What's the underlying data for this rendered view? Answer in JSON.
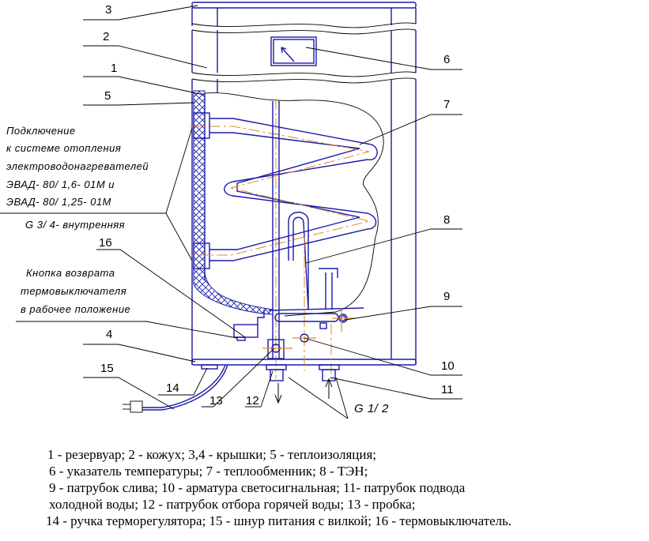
{
  "diagram": {
    "callouts": {
      "n1": "1",
      "n2": "2",
      "n3": "3",
      "n4": "4",
      "n5": "5",
      "n6": "6",
      "n7": "7",
      "n8": "8",
      "n9": "9",
      "n10": "10",
      "n11": "11",
      "n12": "12",
      "n13": "13",
      "n14": "14",
      "n15": "15",
      "n16": "16"
    },
    "notes": {
      "heating_connection": [
        "Подключение",
        "к системе   отопления",
        "электроводонагревателей",
        "ЭВАД- 80/ 1,6- 01М и",
        "ЭВАД- 80/ 1,25- 01М"
      ],
      "thread_internal": "G 3/ 4- внутренняя",
      "reset_button": [
        "Кнопка возврата",
        "термовыключателя",
        "в рабочее положение"
      ],
      "thread_pipe": "G 1/ 2"
    },
    "colors": {
      "outline": "#1a1aa8",
      "axis": "#e08a2a",
      "leader": "#000000"
    }
  },
  "legend": [
    "1 - резервуар; 2 - кожух; 3,4 - крышки; 5 - теплоизоляция;",
    "6 - указатель температуры; 7 - теплообменник; 8 - ТЭН;",
    "9 - патрубок слива; 10 - арматура светосигнальная; 11- патрубок подвода",
    "холодной воды; 12 - патрубок отбора горячей воды; 13 - пробка;",
    "14 - ручка терморегулятора; 15 - шнур питания с вилкой; 16 - термовыключатель."
  ]
}
